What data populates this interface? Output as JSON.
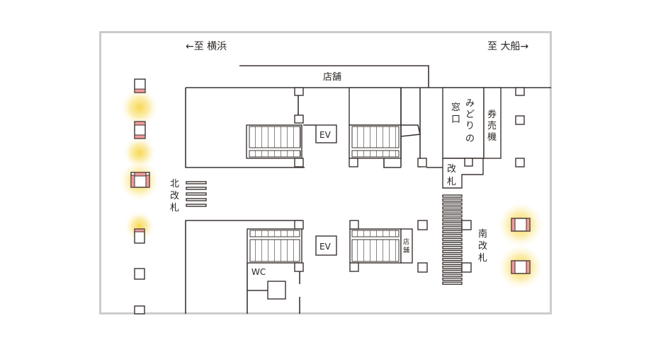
{
  "directions": {
    "left": "←至 横浜",
    "right": "至 大船→"
  },
  "labels": {
    "store_top": "店舗",
    "store_small": [
      "店",
      "舗"
    ],
    "ev_upper": "EV",
    "ev_lower": "EV",
    "midori_window": [
      "み",
      "ど",
      "り",
      "の"
    ],
    "midori_window2": [
      "窓",
      "口"
    ],
    "ticket_machine": [
      "券",
      "売",
      "機"
    ],
    "gate": [
      "改",
      "札"
    ],
    "north_gate": [
      "北",
      "改",
      "札"
    ],
    "south_gate": [
      "南",
      "改",
      "札"
    ],
    "wc": "WC"
  },
  "colors": {
    "line": "#3b3431",
    "frame": "#cccccc",
    "highlight": "#f7d23a",
    "car_end": "#f29a9a"
  }
}
